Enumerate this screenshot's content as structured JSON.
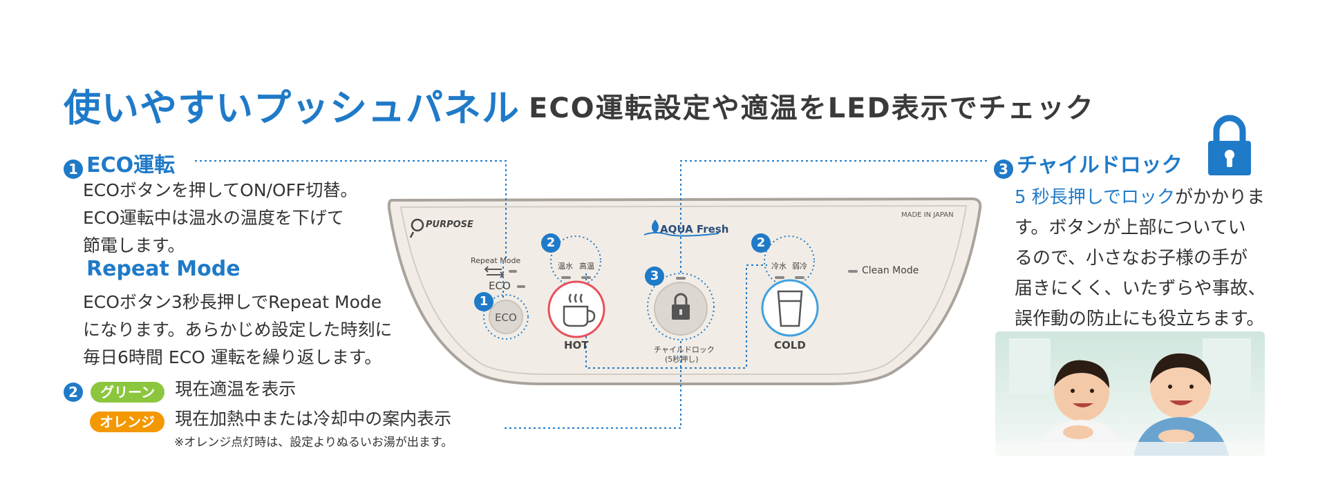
{
  "header": {
    "title_main": "使いやすいプッシュパネル",
    "title_sub": "ECO運転設定や適温をLED表示でチェック"
  },
  "section1": {
    "num": "1",
    "title": "ECO運転",
    "lines": [
      "ECOボタンを押してON/OFF切替。",
      "ECO運転中は温水の温度を下げて",
      "節電します。"
    ],
    "repeat_title": "Repeat Mode",
    "repeat_lines": [
      "ECOボタン3秒長押しでRepeat Mode",
      "になります。あらかじめ設定した時刻に",
      "毎日6時間 ECO 運転を繰り返します。"
    ]
  },
  "section2": {
    "num": "2",
    "green_label": "グリーン",
    "green_text": "現在適温を表示",
    "orange_label": "オレンジ",
    "orange_text": "現在加熱中または冷却中の案内表示",
    "note": "※オレンジ点灯時は、設定よりぬるいお湯が出ます。"
  },
  "section3": {
    "num": "3",
    "title": "チャイルドロック",
    "highlight": "5 秒長押しでロック",
    "rest_first": "がかかりま",
    "lines": [
      "す。ボタンが上部についてい",
      "るので、小さなお子様の手が",
      "届きにくく、いたずらや事故、",
      "誤作動の防止にも役立ちます。"
    ]
  },
  "panel": {
    "brand": "PURPOSE",
    "product": "AQUA Fresh",
    "made_in": "MADE IN JAPAN",
    "repeat_mode": "Repeat Mode",
    "eco_label": "ECO",
    "eco_button": "ECO",
    "hot_temp1": "温水",
    "hot_temp2": "高温",
    "hot_label": "HOT",
    "child_lock_label": "チャイルドロック",
    "child_lock_sub": "(5秒押し)",
    "cold_temp1": "冷水",
    "cold_temp2": "弱冷",
    "cold_label": "COLD",
    "clean_mode": "Clean Mode",
    "badge1": "1",
    "badge2a": "2",
    "badge2b": "2",
    "badge3": "3"
  },
  "colors": {
    "accent": "#1f7ac8",
    "green": "#8cc63f",
    "orange": "#f39800",
    "hot_ring": "#e8505b",
    "cold_ring": "#3fa0e0",
    "panel_bg": "#f1ece5"
  }
}
